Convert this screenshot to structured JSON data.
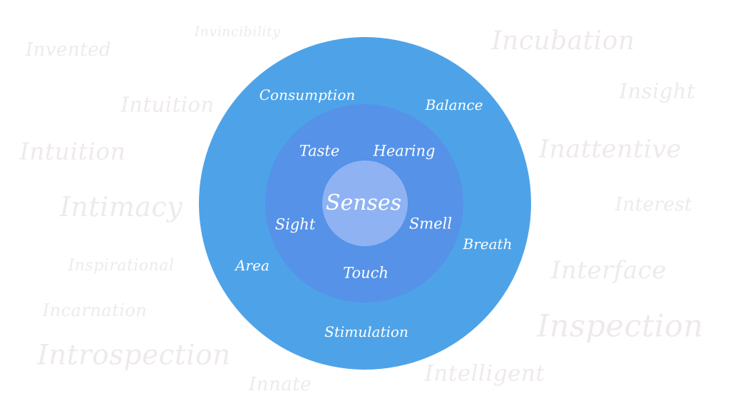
{
  "colors": {
    "background": "#ffffff",
    "outer_ring": "#4ea3e8",
    "middle_ring": "#5592e8",
    "inner_ring": "#8fb3f2",
    "label_text": "#ffffff",
    "watermark_text": "#efeaea"
  },
  "diagram": {
    "center": {
      "label": "Senses"
    },
    "middle_ring": {
      "labels": [
        "Taste",
        "Hearing",
        "Sight",
        "Smell",
        "Touch"
      ]
    },
    "outer_ring": {
      "labels": [
        "Consumption",
        "Balance",
        "Breath",
        "Area",
        "Stimulation"
      ]
    }
  },
  "background_words": [
    "Invented",
    "Invincibility",
    "Incubation",
    "Insight",
    "Intuition",
    "Intuition",
    "Inattentive",
    "Intimacy",
    "Interest",
    "Inspirational",
    "Interface",
    "Incarnation",
    "Inspection",
    "Introspection",
    "Innate",
    "Intelligent"
  ]
}
